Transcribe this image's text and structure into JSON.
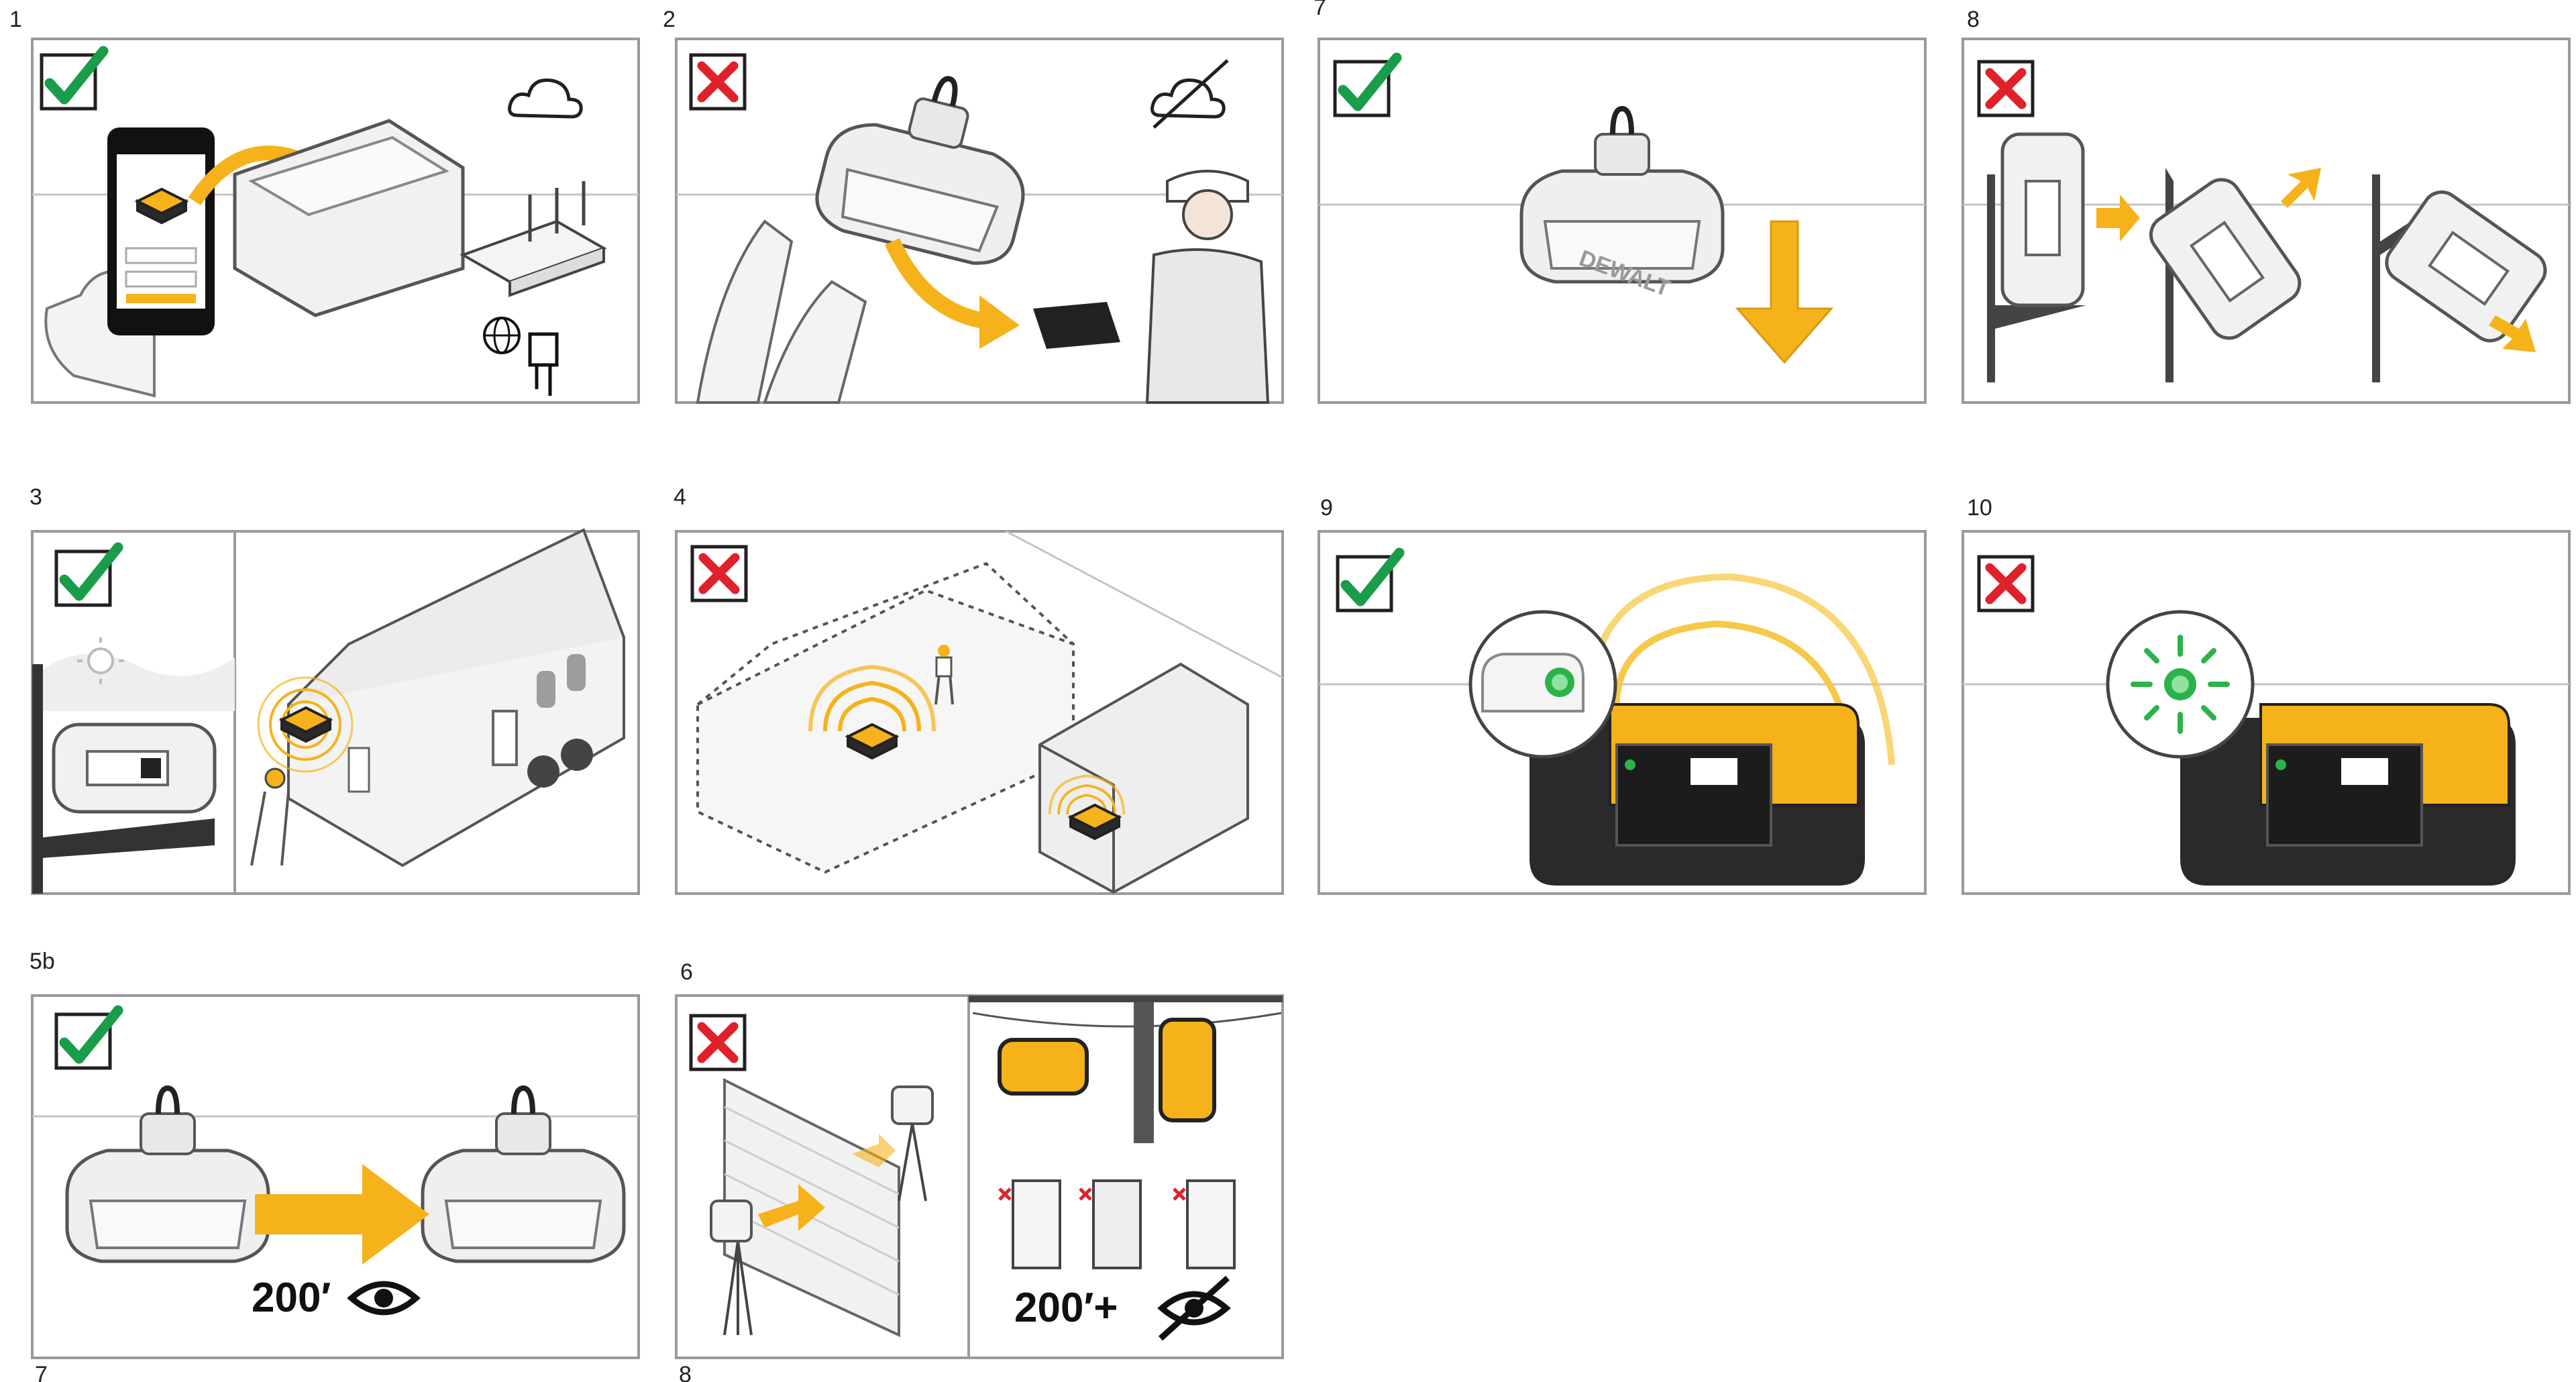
{
  "panels": [
    {
      "id": "p1",
      "label": "1",
      "verdict": "ok"
    },
    {
      "id": "p2",
      "label": "2",
      "verdict": "bad"
    },
    {
      "id": "p7a",
      "label": "7",
      "verdict": "ok"
    },
    {
      "id": "p8a",
      "label": "8",
      "verdict": "bad"
    },
    {
      "id": "p3",
      "label": "3",
      "verdict": "ok"
    },
    {
      "id": "p4",
      "label": "4",
      "verdict": "bad"
    },
    {
      "id": "p9",
      "label": "9",
      "verdict": "ok"
    },
    {
      "id": "p10",
      "label": "10",
      "verdict": "bad"
    },
    {
      "id": "p5b",
      "label": "5b",
      "verdict": "ok"
    },
    {
      "id": "p6",
      "label": "6",
      "verdict": "bad"
    }
  ],
  "trailing_labels": [
    "7",
    "8"
  ],
  "distance_ok": "200′",
  "distance_bad": "200′+",
  "housing_logo": "DEWALT",
  "colors": {
    "check_green": "#1a9d4a",
    "cross_red": "#e0212b",
    "accent_yellow": "#f6b21a",
    "signal_yellow": "#f7c94a",
    "led_green": "#2bb34a",
    "frame_gray": "#9a9a9a",
    "ink": "#231f20",
    "device_black": "#2a2a2a"
  },
  "icons": [
    "check-icon",
    "cross-icon",
    "cloud-icon",
    "cloud-off-icon",
    "globe-icon",
    "ethernet-icon",
    "sun-icon",
    "eye-icon",
    "eye-off-icon",
    "signal-waves-icon",
    "led-icon"
  ]
}
